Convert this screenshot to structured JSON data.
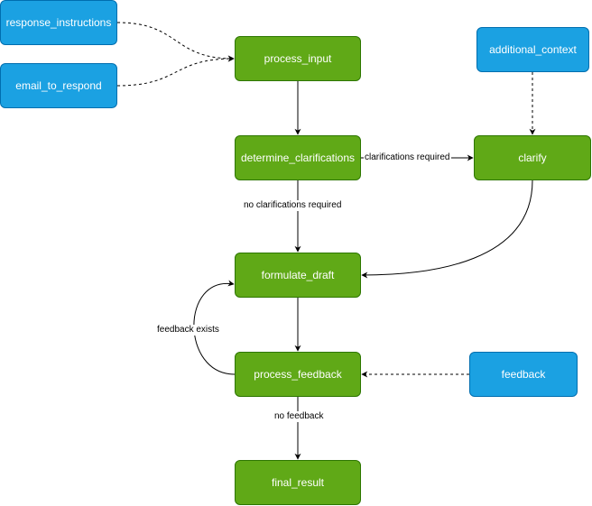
{
  "nodes": {
    "response_instructions": "response_instructions",
    "email_to_respond": "email_to_respond",
    "additional_context": "additional_context",
    "feedback": "feedback",
    "process_input": "process_input",
    "determine_clarifications": "determine_clarifications",
    "clarify": "clarify",
    "formulate_draft": "formulate_draft",
    "process_feedback": "process_feedback",
    "final_result": "final_result"
  },
  "edge_labels": {
    "clarifications_required": "clarifications required",
    "no_clarifications_required": "no clarifications required",
    "feedback_exists": "feedback exists",
    "no_feedback": "no feedback"
  },
  "colors": {
    "input_fill": "#1ba1e2",
    "input_stroke": "#006eaf",
    "step_fill": "#60a917",
    "step_stroke": "#2d7600",
    "edge": "#000000"
  }
}
